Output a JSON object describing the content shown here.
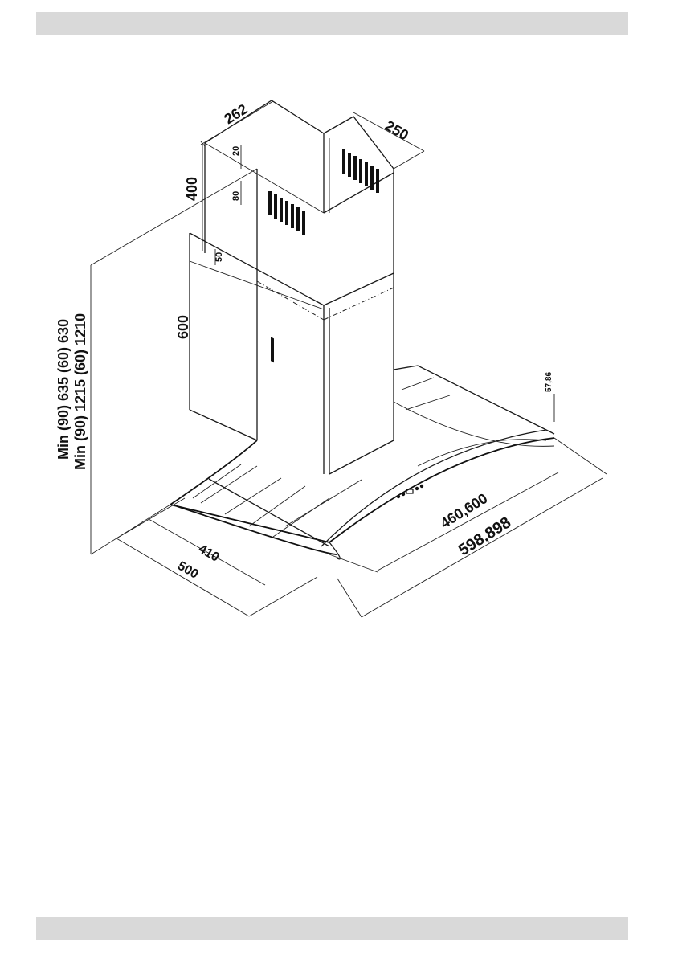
{
  "header_bar": "",
  "footer_bar": "",
  "dimensions": {
    "chimney_depth": "262",
    "chimney_width": "250",
    "upper_height": "400",
    "upper_offset_top": "20",
    "upper_offset_vent": "80",
    "lower_offset": "50",
    "lower_height": "600",
    "min_height_1": "Min (90) 635 (60) 630",
    "min_height_2": "Min (90) 1215 (60) 1210",
    "glass_thickness": "57,86",
    "inner_width": "460,600",
    "outer_width": "598,898",
    "inner_depth": "410",
    "outer_depth": "500"
  },
  "colors": {
    "bar": "#d9d9d9",
    "line": "#1a1a1a"
  }
}
